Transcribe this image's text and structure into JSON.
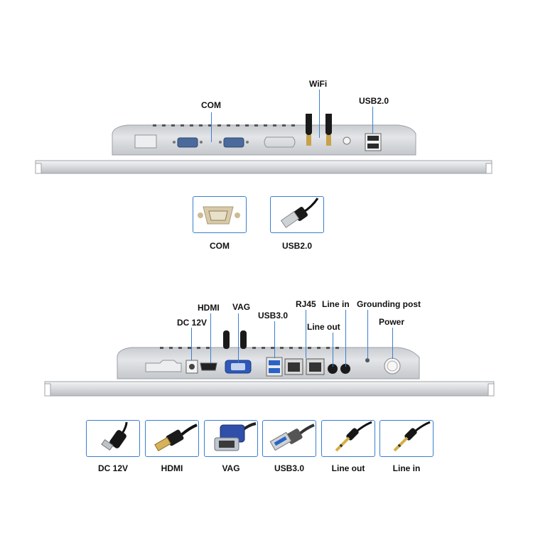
{
  "top_section": {
    "labels": {
      "com": "COM",
      "wifi": "WiFi",
      "usb20": "USB2.0"
    },
    "cards": [
      {
        "name": "COM",
        "icon": "db9-connector-icon"
      },
      {
        "name": "USB2.0",
        "icon": "usb-a-cable-icon"
      }
    ]
  },
  "bottom_section": {
    "labels": {
      "hdmi": "HDMI",
      "vag": "VAG",
      "dc12v": "DC 12V",
      "usb30": "USB3.0",
      "rj45": "RJ45",
      "line_in": "Line in",
      "grounding_post": "Grounding post",
      "line_out": "Line out",
      "power": "Power"
    },
    "cards": [
      {
        "name": "DC 12V",
        "icon": "dc-barrel-plug-icon"
      },
      {
        "name": "HDMI",
        "icon": "hdmi-cable-icon"
      },
      {
        "name": "VAG",
        "icon": "vga-cable-icon"
      },
      {
        "name": "USB3.0",
        "icon": "usb3-cable-icon"
      },
      {
        "name": "Line out",
        "icon": "audio-jack-icon"
      },
      {
        "name": "Line in",
        "icon": "audio-jack-icon"
      }
    ]
  },
  "colors": {
    "accent": "#3a7fd0",
    "chassis": "#d9dbdd",
    "bezel": "#e6e8ea"
  }
}
